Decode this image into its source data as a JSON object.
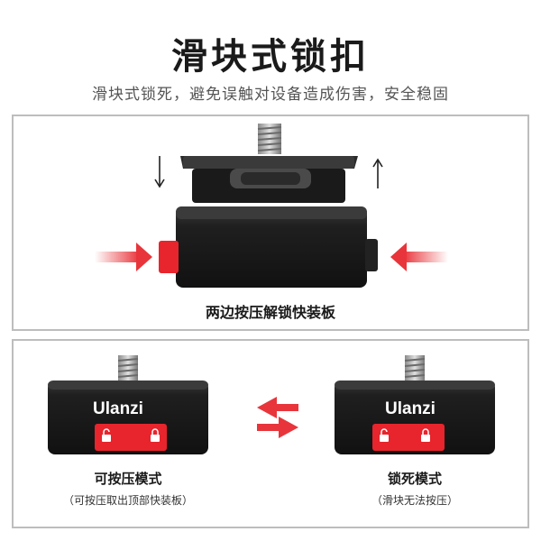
{
  "header": {
    "title": "滑块式锁扣",
    "subtitle": "滑块式锁死，避免误触对设备造成伤害，安全稳固"
  },
  "top_panel": {
    "caption": "两边按压解锁快装板"
  },
  "bottom_panel": {
    "left_device": {
      "brand": "Ulanzi",
      "mode": "可按压模式",
      "desc": "（可按压取出顶部快装板）"
    },
    "right_device": {
      "brand": "Ulanzi",
      "mode": "锁死模式",
      "desc": "（滑块无法按压）"
    }
  },
  "colors": {
    "accent_red": "#e8242c",
    "device_black": "#1c1c1c",
    "arrow_red": "#e8353b"
  },
  "icons": [
    "down-arrow-icon",
    "up-arrow-icon",
    "press-arrow-icon",
    "swap-arrows-icon",
    "lock-icon",
    "unlock-icon"
  ]
}
